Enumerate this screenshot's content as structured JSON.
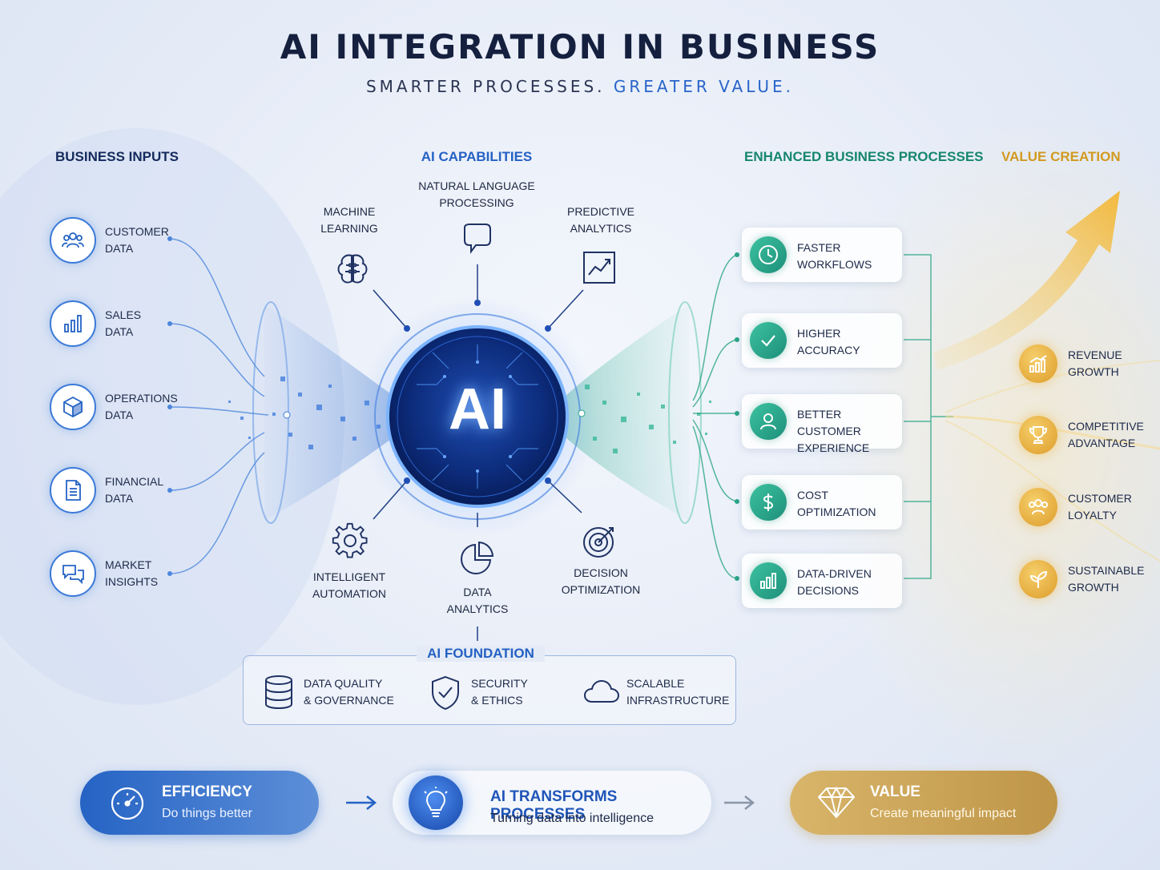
{
  "title": "AI INTEGRATION IN BUSINESS",
  "subtitle": {
    "part1": "SMARTER PROCESSES.",
    "part2": "GREATER VALUE."
  },
  "columns": {
    "inputs": "BUSINESS INPUTS",
    "capabilities": "AI CAPABILITIES",
    "processes": "ENHANCED BUSINESS PROCESSES",
    "value": "VALUE CREATION"
  },
  "inputs": [
    {
      "line1": "CUSTOMER",
      "line2": "DATA",
      "icon": "people-icon"
    },
    {
      "line1": "SALES",
      "line2": "DATA",
      "icon": "bar-chart-icon"
    },
    {
      "line1": "OPERATIONS",
      "line2": "DATA",
      "icon": "cube-icon"
    },
    {
      "line1": "FINANCIAL",
      "line2": "DATA",
      "icon": "document-icon"
    },
    {
      "line1": "MARKET",
      "line2": "INSIGHTS",
      "icon": "chat-icon"
    }
  ],
  "hub_label": "AI",
  "capabilities": {
    "ml": {
      "line1": "MACHINE",
      "line2": "LEARNING",
      "icon": "brain-icon"
    },
    "nlp": {
      "line1": "NATURAL LANGUAGE",
      "line2": "PROCESSING",
      "icon": "speech-bubble-icon"
    },
    "pa": {
      "line1": "PREDICTIVE",
      "line2": "ANALYTICS",
      "icon": "trend-chart-icon"
    },
    "ia": {
      "line1": "INTELLIGENT",
      "line2": "AUTOMATION",
      "icon": "gear-icon"
    },
    "da": {
      "line1": "DATA",
      "line2": "ANALYTICS",
      "icon": "pie-chart-icon"
    },
    "do": {
      "line1": "DECISION",
      "line2": "OPTIMIZATION",
      "icon": "target-icon"
    }
  },
  "processes": [
    {
      "line1": "FASTER",
      "line2": "WORKFLOWS",
      "icon": "clock-icon"
    },
    {
      "line1": "HIGHER",
      "line2": "ACCURACY",
      "icon": "check-icon"
    },
    {
      "line1": "BETTER CUSTOMER",
      "line2": "EXPERIENCE",
      "icon": "user-icon"
    },
    {
      "line1": "COST",
      "line2": "OPTIMIZATION",
      "icon": "dollar-icon"
    },
    {
      "line1": "DATA-DRIVEN",
      "line2": "DECISIONS",
      "icon": "bar-chart-icon"
    }
  ],
  "values": [
    {
      "line1": "REVENUE",
      "line2": "GROWTH",
      "icon": "growth-chart-icon"
    },
    {
      "line1": "COMPETITIVE",
      "line2": "ADVANTAGE",
      "icon": "trophy-icon"
    },
    {
      "line1": "CUSTOMER",
      "line2": "LOYALTY",
      "icon": "group-icon"
    },
    {
      "line1": "SUSTAINABLE",
      "line2": "GROWTH",
      "icon": "sprout-icon"
    }
  ],
  "foundation": {
    "title": "AI FOUNDATION",
    "items": [
      {
        "line1": "DATA QUALITY",
        "line2": "& GOVERNANCE",
        "icon": "database-icon"
      },
      {
        "line1": "SECURITY",
        "line2": "& ETHICS",
        "icon": "shield-icon"
      },
      {
        "line1": "SCALABLE",
        "line2": "INFRASTRUCTURE",
        "icon": "cloud-icon"
      }
    ]
  },
  "bottom": {
    "efficiency": {
      "title": "EFFICIENCY",
      "sub": "Do things better",
      "icon": "gauge-icon"
    },
    "transform": {
      "title": "AI TRANSFORMS PROCESSES",
      "sub": "Turning data into intelligence",
      "icon": "lightbulb-icon"
    },
    "value": {
      "title": "VALUE",
      "sub": "Create meaningful impact",
      "icon": "diamond-icon"
    }
  },
  "colors": {
    "blue": "#2563c4",
    "teal": "#1e8f7a",
    "gold": "#dd9c2a",
    "navy": "#15203f"
  }
}
